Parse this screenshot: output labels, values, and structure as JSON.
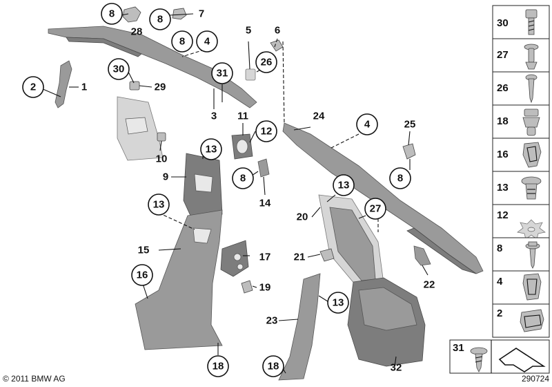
{
  "callouts": {
    "c8a": "8",
    "c28": "28",
    "c8b": "8",
    "c7": "7",
    "c8c": "8",
    "c4a": "4",
    "c5": "5",
    "c6": "6",
    "c26": "26",
    "c2": "2",
    "c1": "1",
    "c30": "30",
    "c29": "29",
    "c31": "31",
    "c3": "3",
    "c11": "11",
    "c12": "12",
    "c24": "24",
    "c4b": "4",
    "c25": "25",
    "c10": "10",
    "c13a": "13",
    "c9": "9",
    "c8d": "8",
    "c14": "14",
    "c8e": "8",
    "c13b": "13",
    "c13c": "13",
    "c27": "27",
    "c20": "20",
    "c15": "15",
    "c17": "17",
    "c21": "21",
    "c16": "16",
    "c19": "19",
    "c22": "22",
    "c13d": "13",
    "c23": "23",
    "c18a": "18",
    "c18b": "18",
    "c32": "32"
  },
  "sidebar": {
    "items": [
      {
        "label": "30",
        "icon": "bolt-icon"
      },
      {
        "label": "27",
        "icon": "plug-clip-icon"
      },
      {
        "label": "26",
        "icon": "screw-icon"
      },
      {
        "label": "18",
        "icon": "expansion-rivet-icon"
      },
      {
        "label": "16",
        "icon": "spring-clip-icon"
      },
      {
        "label": "13",
        "icon": "push-clip-icon"
      },
      {
        "label": "12",
        "icon": "star-washer-icon"
      },
      {
        "label": "8",
        "icon": "flange-screw-icon"
      },
      {
        "label": "4",
        "icon": "panel-clip-icon"
      },
      {
        "label": "2",
        "icon": "u-clip-icon"
      }
    ],
    "bottom": {
      "label": "31",
      "icon": "torx-screw-icon",
      "arrow_icon": "arrow-hint-icon"
    }
  },
  "footer": {
    "copyright": "© 2011 BMW AG",
    "diagram_id": "290724"
  }
}
